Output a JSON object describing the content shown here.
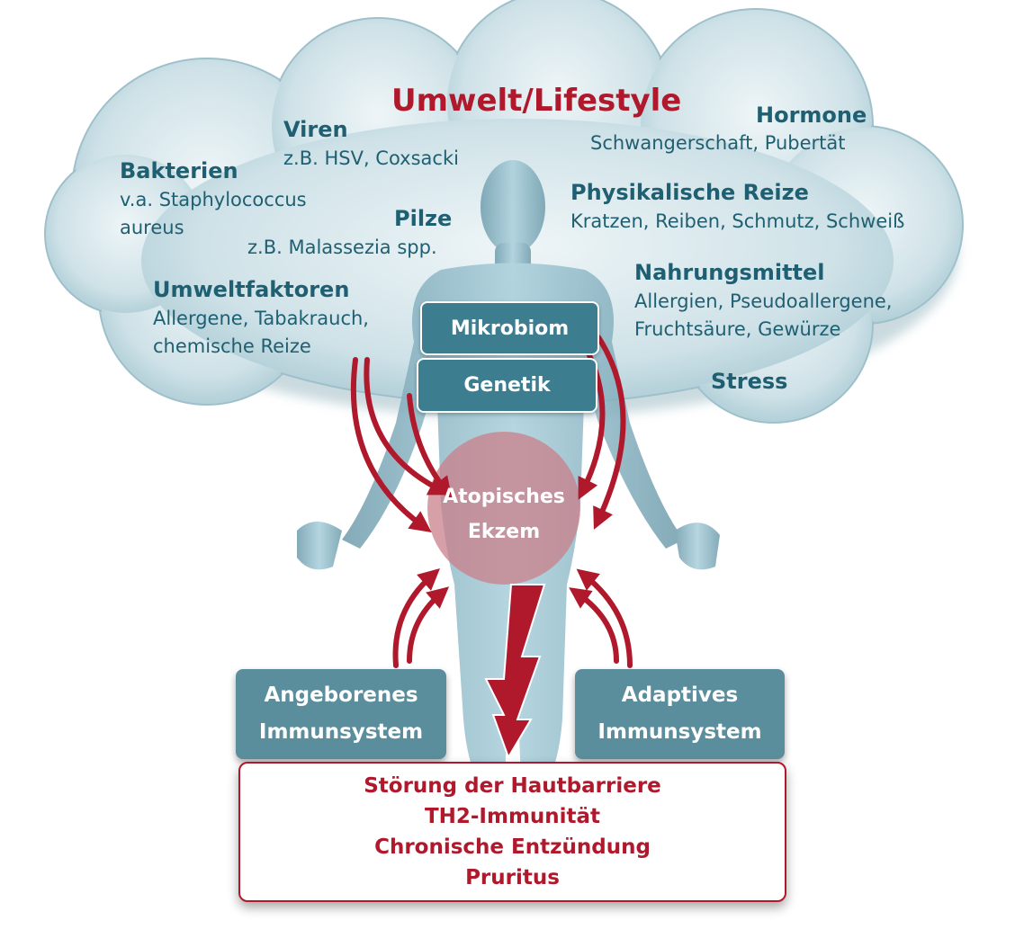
{
  "title": "Umwelt/Lifestyle",
  "factors": {
    "viren": {
      "heading": "Viren",
      "detail": "z.B. HSV, Coxsacki"
    },
    "bakterien": {
      "heading": "Bakterien",
      "detail_1": "v.a. Staphylococcus",
      "detail_2": "aureus"
    },
    "pilze": {
      "heading": "Pilze",
      "detail": "z.B. Malassezia spp."
    },
    "umweltfaktoren": {
      "heading": "Umweltfaktoren",
      "detail_1": "Allergene, Tabakrauch,",
      "detail_2": "chemische Reize"
    },
    "hormone": {
      "heading": "Hormone",
      "detail": "Schwangerschaft, Pubertät"
    },
    "physikalische_reize": {
      "heading": "Physikalische Reize",
      "detail": "Kratzen, Reiben, Schmutz, Schweiß"
    },
    "nahrungsmittel": {
      "heading": "Nahrungsmittel",
      "detail_1": "Allergien, Pseudoallergene,",
      "detail_2": "Fruchtsäure, Gewürze"
    },
    "stress": {
      "heading": "Stress"
    }
  },
  "boxes": {
    "mikrobiom": "Mikrobiom",
    "genetik": "Genetik",
    "angeborenes_1": "Angeborenes",
    "angeborenes_2": "Immunsystem",
    "adaptives_1": "Adaptives",
    "adaptives_2": "Immunsystem"
  },
  "center": {
    "line_1": "Atopisches",
    "line_2": "Ekzem"
  },
  "results": [
    "Störung der Hautbarriere",
    "TH2-Immunität",
    "Chronische Entzündung",
    "Pruritus"
  ],
  "colors": {
    "cloud": "#c7dde3",
    "teal": "#1f5f72",
    "box": "#3c7d90",
    "red": "#b0182c",
    "body": "#8fb9c6"
  }
}
